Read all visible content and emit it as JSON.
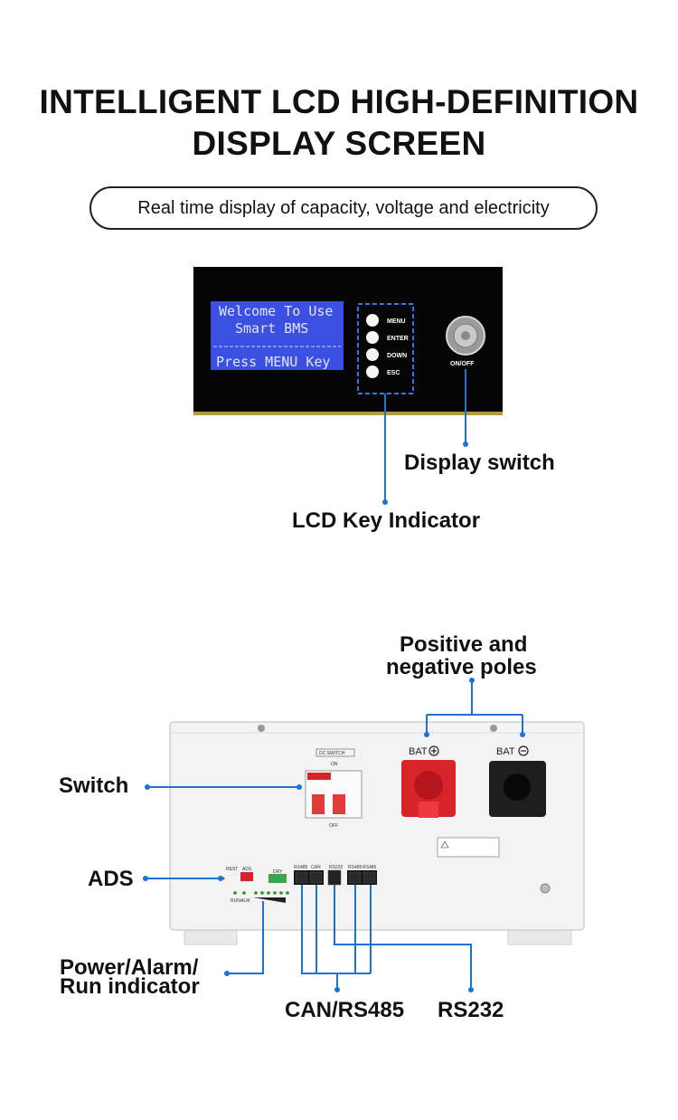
{
  "header": {
    "title_line1": "INTELLIGENT LCD HIGH-DEFINITION",
    "title_line2": "DISPLAY SCREEN",
    "subtitle": "Real time display of capacity, voltage and electricity"
  },
  "lcd_panel": {
    "screen_line1": "Welcome To Use",
    "screen_line2": "Smart BMS",
    "screen_line3": "Press MENU Key",
    "keys": [
      "MENU",
      "ENTER",
      "DOWN",
      "ESC"
    ],
    "power_label": "ON/OFF"
  },
  "callouts_top": {
    "display_switch": "Display switch",
    "lcd_key_indicator": "LCD Key Indicator"
  },
  "battery": {
    "dc_switch_label": "DC SWITCH",
    "on_label": "ON",
    "off_label": "OFF",
    "bat_pos": "BAT",
    "bat_neg": "BAT",
    "ports": [
      "RS485",
      "CAN",
      "RS232",
      "RS485",
      "RS485"
    ],
    "rest_label": "REST",
    "ads_label": "ADS",
    "dry_label": "DRY",
    "run_label": "RUN",
    "alm_label": "ALM",
    "colors": {
      "positive_terminal": "#d8232a",
      "negative_terminal": "#1e1e1e",
      "callout": "#1a73d6"
    }
  },
  "callouts_bottom": {
    "poles_line1": "Positive and",
    "poles_line2": "negative poles",
    "switch": "Switch",
    "ads": "ADS",
    "indicator_line1": "Power/Alarm/",
    "indicator_line2": "Run indicator",
    "can_rs485": "CAN/RS485",
    "rs232": "RS232"
  }
}
